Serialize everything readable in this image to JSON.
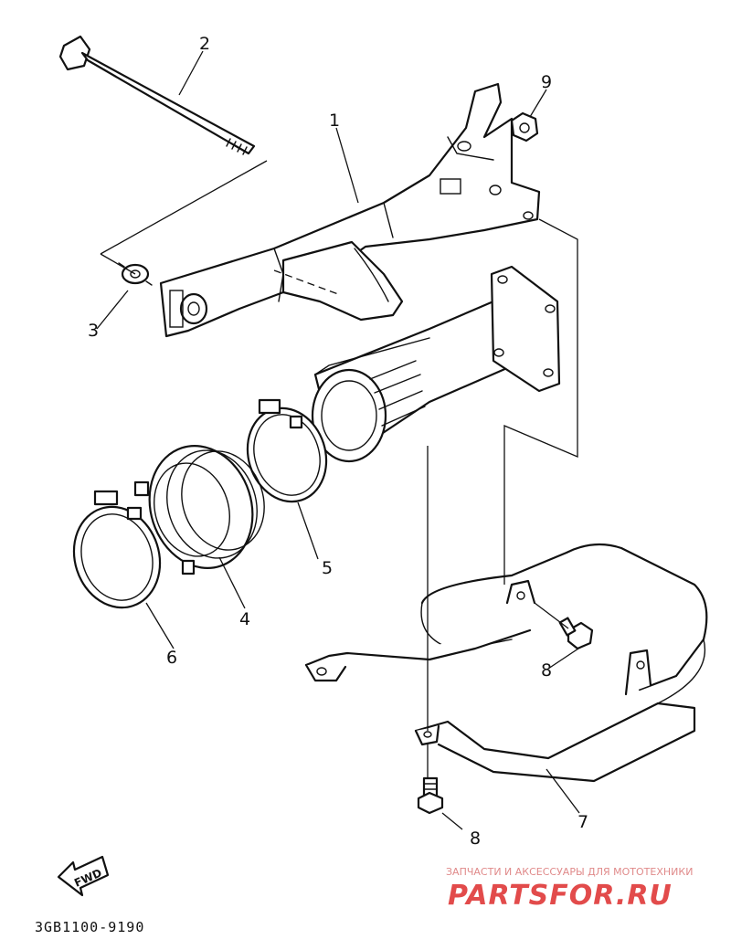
{
  "callouts": {
    "c1": "1",
    "c2": "2",
    "c3": "3",
    "c4": "4",
    "c5": "5",
    "c6": "6",
    "c7": "7",
    "c8a": "8",
    "c8b": "8",
    "c9": "9"
  },
  "direction_marker": {
    "label": "FWD"
  },
  "diagram_code": "3GB1100-9190",
  "watermark": {
    "tagline": "ЗАПЧАСТИ И АКСЕССУАРЫ ДЛЯ МОТОТЕХНИКИ",
    "logo": "PARTSFOR.RU",
    "color": "#e24b4b"
  }
}
